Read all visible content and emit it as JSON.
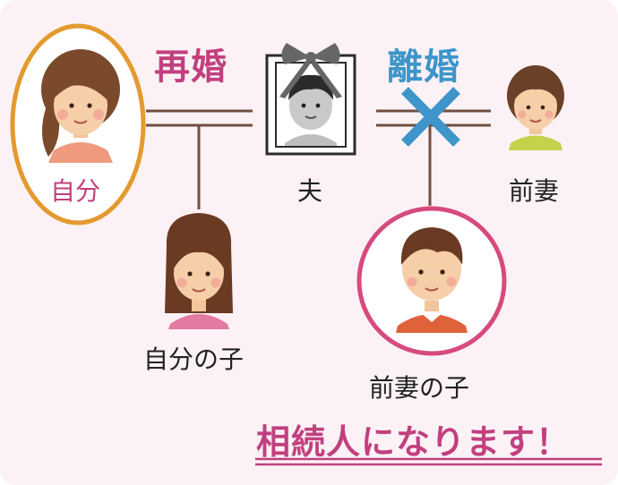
{
  "relations": {
    "remarriage": "再婚",
    "divorce": "離婚"
  },
  "people": {
    "self": "自分",
    "husband": "夫",
    "ex_wife": "前妻",
    "self_child": "自分の子",
    "ex_wife_child": "前妻の子"
  },
  "caption": "相続人になります！",
  "colors": {
    "remarriage": "#c2407f",
    "divorce": "#3d95c9",
    "self_ring": "#e39a2e",
    "heir_ring": "#d64a7f",
    "line": "#6f4f41",
    "caption_underline": "#c2407f"
  },
  "icons": {
    "divorce_mark": "x-mark-icon",
    "mourning_ribbon": "ribbon-icon"
  }
}
